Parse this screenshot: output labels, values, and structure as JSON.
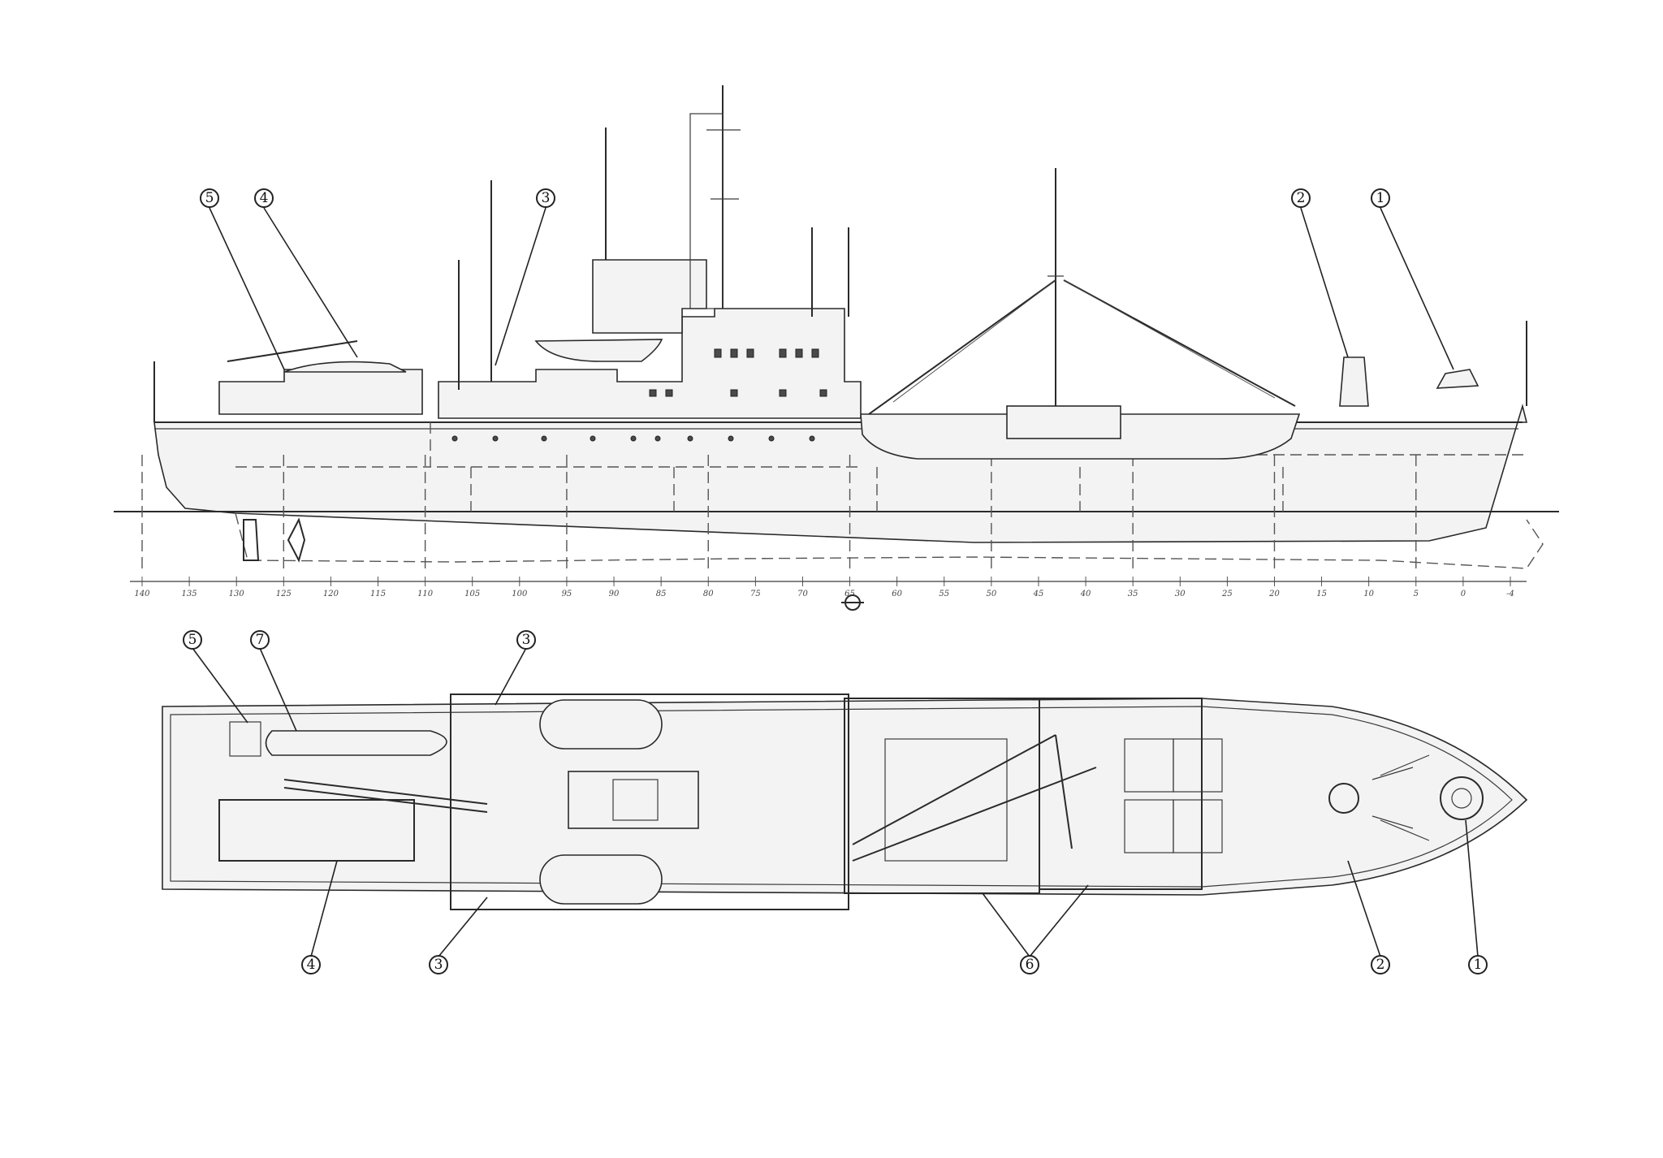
{
  "callouts": {
    "profile": [
      "5",
      "4",
      "3",
      "2",
      "1"
    ],
    "plan": [
      "5",
      "7",
      "3",
      "3",
      "4",
      "6",
      "2",
      "1"
    ]
  },
  "frame_numbers": [
    "140",
    "135",
    "130",
    "125",
    "120",
    "115",
    "110",
    "105",
    "100",
    "95",
    "90",
    "85",
    "80",
    "75",
    "70",
    "65",
    "60",
    "55",
    "50",
    "45",
    "40",
    "35",
    "30",
    "25",
    "20",
    "15",
    "10",
    "5",
    "0",
    "-4"
  ],
  "colors": {
    "ink": "#2a2a2a",
    "paper": "#ffffff",
    "shade": "#f3f3f3"
  }
}
